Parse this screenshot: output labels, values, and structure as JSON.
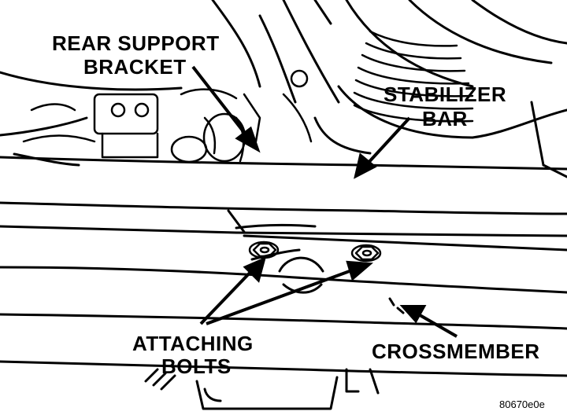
{
  "labels": {
    "rear_support_line1": "REAR SUPPORT",
    "rear_support_line2": "BRACKET",
    "stabilizer_line1": "STABILIZER",
    "stabilizer_line2": "BAR",
    "attaching_line1": "ATTACHING",
    "attaching_line2": "BOLTS",
    "crossmember": "CROSSMEMBER",
    "figure_code": "80670e0e"
  },
  "colors": {
    "ink": "#000000",
    "paper": "#ffffff"
  }
}
